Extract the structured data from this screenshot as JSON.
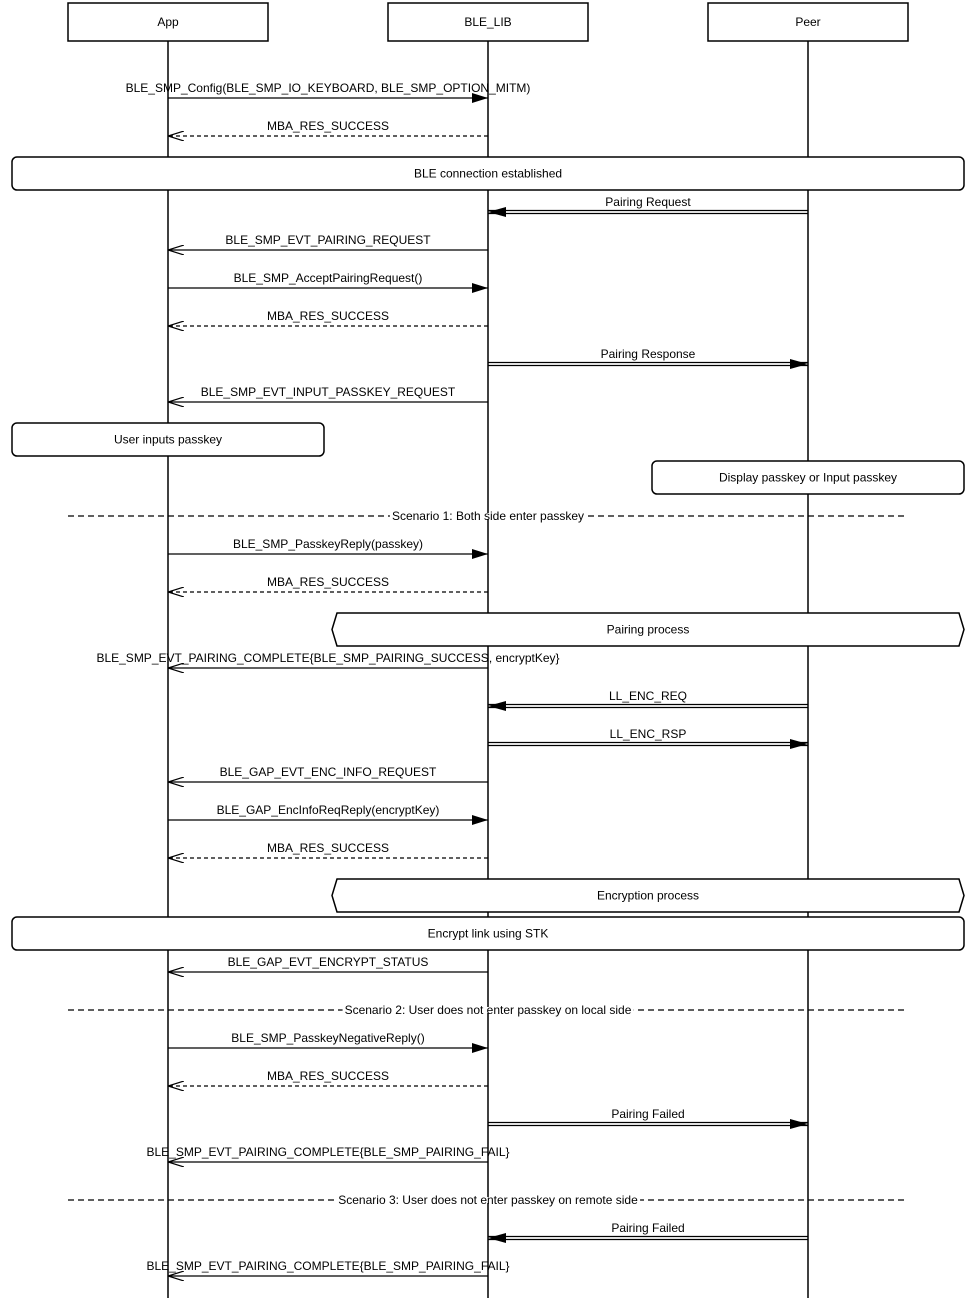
{
  "participants": [
    {
      "id": "app",
      "label": "App"
    },
    {
      "id": "lib",
      "label": "BLE_LIB"
    },
    {
      "id": "peer",
      "label": "Peer"
    }
  ],
  "messages": [
    {
      "id": "m01",
      "from": "app",
      "to": "lib",
      "kind": "call",
      "label": "BLE_SMP_Config(BLE_SMP_IO_KEYBOARD, BLE_SMP_OPTION_MITM)"
    },
    {
      "id": "m02",
      "from": "lib",
      "to": "app",
      "kind": "return",
      "label": "MBA_RES_SUCCESS"
    },
    {
      "id": "m03",
      "from": "peer",
      "to": "lib",
      "kind": "air",
      "label": "Pairing Request"
    },
    {
      "id": "m04",
      "from": "lib",
      "to": "app",
      "kind": "event",
      "label": "BLE_SMP_EVT_PAIRING_REQUEST"
    },
    {
      "id": "m05",
      "from": "app",
      "to": "lib",
      "kind": "call",
      "label": "BLE_SMP_AcceptPairingRequest()"
    },
    {
      "id": "m06",
      "from": "lib",
      "to": "app",
      "kind": "return",
      "label": "MBA_RES_SUCCESS"
    },
    {
      "id": "m07",
      "from": "lib",
      "to": "peer",
      "kind": "air",
      "label": "Pairing Response"
    },
    {
      "id": "m08",
      "from": "lib",
      "to": "app",
      "kind": "event",
      "label": "BLE_SMP_EVT_INPUT_PASSKEY_REQUEST"
    },
    {
      "id": "m09",
      "from": "app",
      "to": "lib",
      "kind": "call",
      "label": "BLE_SMP_PasskeyReply(passkey)"
    },
    {
      "id": "m10",
      "from": "lib",
      "to": "app",
      "kind": "return",
      "label": "MBA_RES_SUCCESS"
    },
    {
      "id": "m11",
      "from": "lib",
      "to": "app",
      "kind": "event",
      "label": "BLE_SMP_EVT_PAIRING_COMPLETE{BLE_SMP_PAIRING_SUCCESS, encryptKey}"
    },
    {
      "id": "m12",
      "from": "peer",
      "to": "lib",
      "kind": "air",
      "label": "LL_ENC_REQ"
    },
    {
      "id": "m13",
      "from": "lib",
      "to": "peer",
      "kind": "air",
      "label": "LL_ENC_RSP"
    },
    {
      "id": "m14",
      "from": "lib",
      "to": "app",
      "kind": "event",
      "label": "BLE_GAP_EVT_ENC_INFO_REQUEST"
    },
    {
      "id": "m15",
      "from": "app",
      "to": "lib",
      "kind": "call",
      "label": "BLE_GAP_EncInfoReqReply(encryptKey)"
    },
    {
      "id": "m16",
      "from": "lib",
      "to": "app",
      "kind": "return",
      "label": "MBA_RES_SUCCESS"
    },
    {
      "id": "m17",
      "from": "lib",
      "to": "app",
      "kind": "event",
      "label": "BLE_GAP_EVT_ENCRYPT_STATUS"
    },
    {
      "id": "m18",
      "from": "app",
      "to": "lib",
      "kind": "call",
      "label": "BLE_SMP_PasskeyNegativeReply()"
    },
    {
      "id": "m19",
      "from": "lib",
      "to": "app",
      "kind": "return",
      "label": "MBA_RES_SUCCESS"
    },
    {
      "id": "m20",
      "from": "lib",
      "to": "peer",
      "kind": "air",
      "label": "Pairing Failed"
    },
    {
      "id": "m21",
      "from": "lib",
      "to": "app",
      "kind": "event",
      "label": "BLE_SMP_EVT_PAIRING_COMPLETE{BLE_SMP_PAIRING_FAIL}"
    },
    {
      "id": "m22",
      "from": "peer",
      "to": "lib",
      "kind": "air",
      "label": "Pairing Failed"
    },
    {
      "id": "m23",
      "from": "lib",
      "to": "app",
      "kind": "event",
      "label": "BLE_SMP_EVT_PAIRING_COMPLETE{BLE_SMP_PAIRING_FAIL}"
    }
  ],
  "notes": [
    {
      "id": "n1",
      "label": "BLE connection established",
      "shape": "rounded"
    },
    {
      "id": "n2",
      "label": "User inputs passkey",
      "shape": "rounded"
    },
    {
      "id": "n3",
      "label": "Display passkey or Input passkey",
      "shape": "rounded"
    },
    {
      "id": "n4",
      "label": "Pairing process",
      "shape": "hexagon"
    },
    {
      "id": "n5",
      "label": "Encryption process",
      "shape": "hexagon"
    },
    {
      "id": "n6",
      "label": "Encrypt link using STK",
      "shape": "rounded"
    }
  ],
  "scenarios": [
    {
      "id": "s1",
      "label": "Scenario 1: Both side enter passkey"
    },
    {
      "id": "s2",
      "label": "Scenario 2: User does not enter passkey on local side"
    },
    {
      "id": "s3",
      "label": "Scenario 3: User does not enter passkey on remote side"
    }
  ]
}
